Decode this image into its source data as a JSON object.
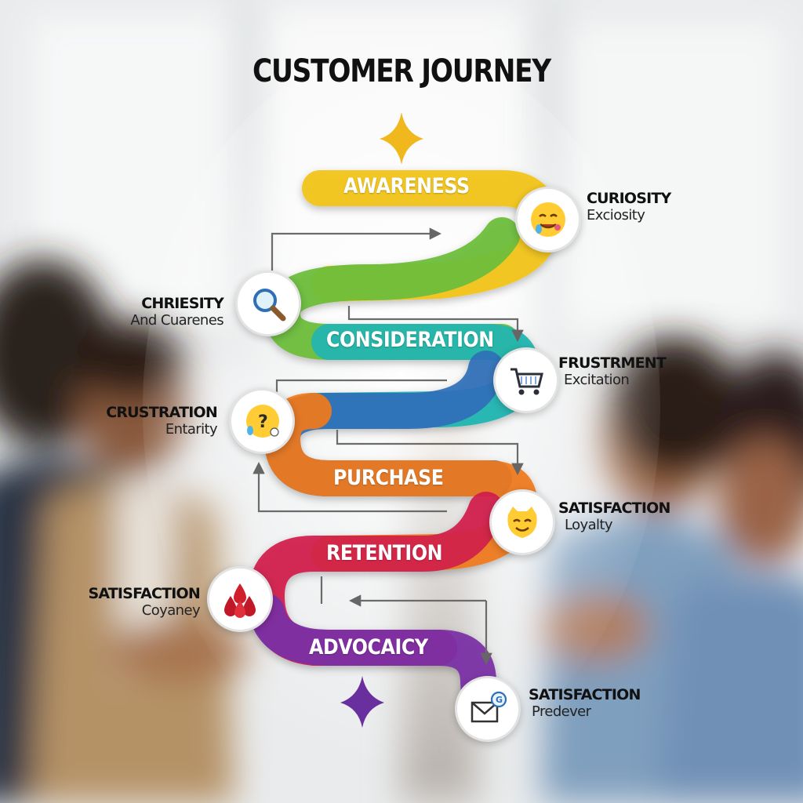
{
  "title": "CUSTOMER JOURNEY",
  "stages": [
    {
      "label": "AWARENESS",
      "color": "#f2c419"
    },
    {
      "label": "CONSIDERATION",
      "color": "#1fb5b0"
    },
    {
      "label": "PURCHASE",
      "color": "#f07a1c"
    },
    {
      "label": "RETENTION",
      "color": "#d11e4b"
    },
    {
      "label": "ADVOCAICY",
      "color": "#7a2fa6"
    }
  ],
  "accents": {
    "top_star": "#f0b81c",
    "bottom_star": "#6a2f9e",
    "green": "#6cbd3a",
    "blue": "#2f6fb8"
  },
  "emotions": [
    {
      "heading": "CURIOSITY",
      "sub": "Exciosity",
      "icon": "drooling-face-icon"
    },
    {
      "heading": "CHRIESITY",
      "sub": "And Cuarenes",
      "icon": "magnifier-icon"
    },
    {
      "heading": "FRUSTRMENT",
      "sub": "Excitation",
      "icon": "shopping-cart-icon"
    },
    {
      "heading": "CRUSTRATION",
      "sub": "Entarity",
      "icon": "confused-face-icon"
    },
    {
      "heading": "SATISFACTION",
      "sub": "Loyalty",
      "icon": "smiling-cat-icon"
    },
    {
      "heading": "SATISFACTION",
      "sub": "Coyaney",
      "icon": "blood-drops-icon"
    },
    {
      "heading": "SATISFACTION",
      "sub": "Predever",
      "icon": "envelope-icon"
    }
  ]
}
